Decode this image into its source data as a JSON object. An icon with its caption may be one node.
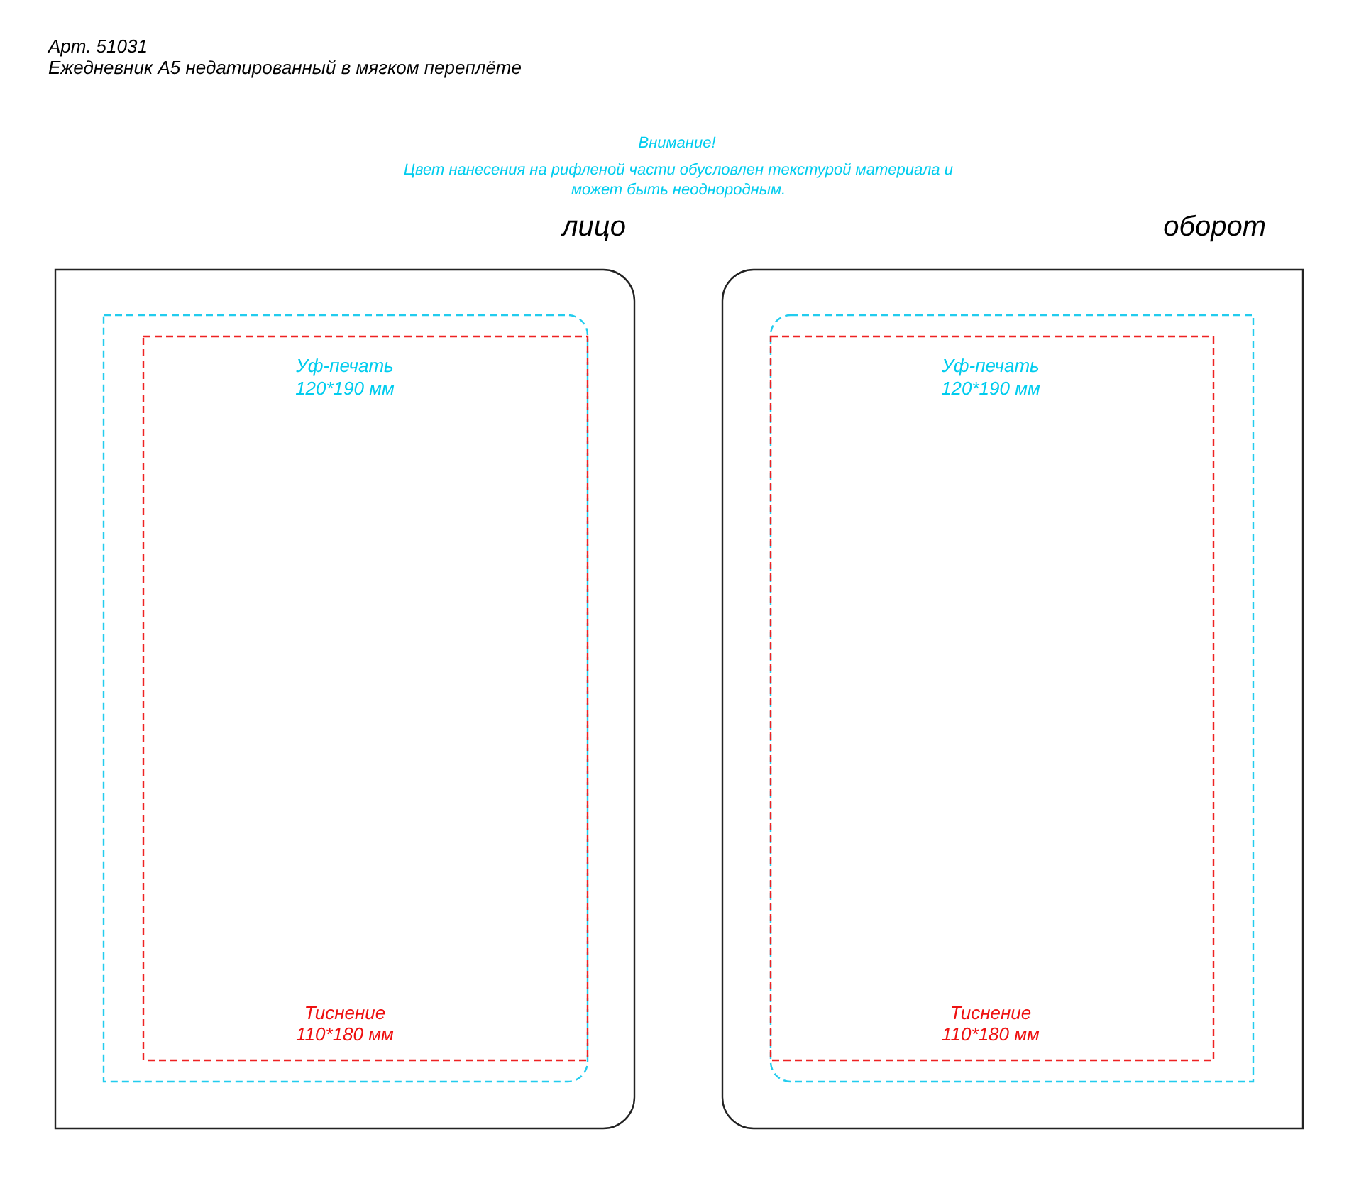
{
  "diagram": {
    "title": "Арт. 51031",
    "nodes": [
      {
        "text": [
          "лицо"
        ]
      },
      {
        "text": [],
        "shape": "box",
        "in": 0
      },
      {
        "text": [
          "Тиснение 110*180 мм"
        ],
        "in": 1
      },
      {
        "text": [
          "оборот"
        ]
      },
      {
        "text": [],
        "shape": "box",
        "in": 3
      },
      {
        "text": [
          "Тиснение 110*180 мм"
        ],
        "in": 4
      }
    ],
    "labels": [
      "Ежедневник А5 недатированный в мягком переплёте",
      "Внимание!",
      "Цвет нанесения на рифленой части обусловлен текстурой материала и может быть неоднородным.",
      "Уф-печать 120*190 мм",
      "Уф-печать 120*190 мм"
    ]
  }
}
